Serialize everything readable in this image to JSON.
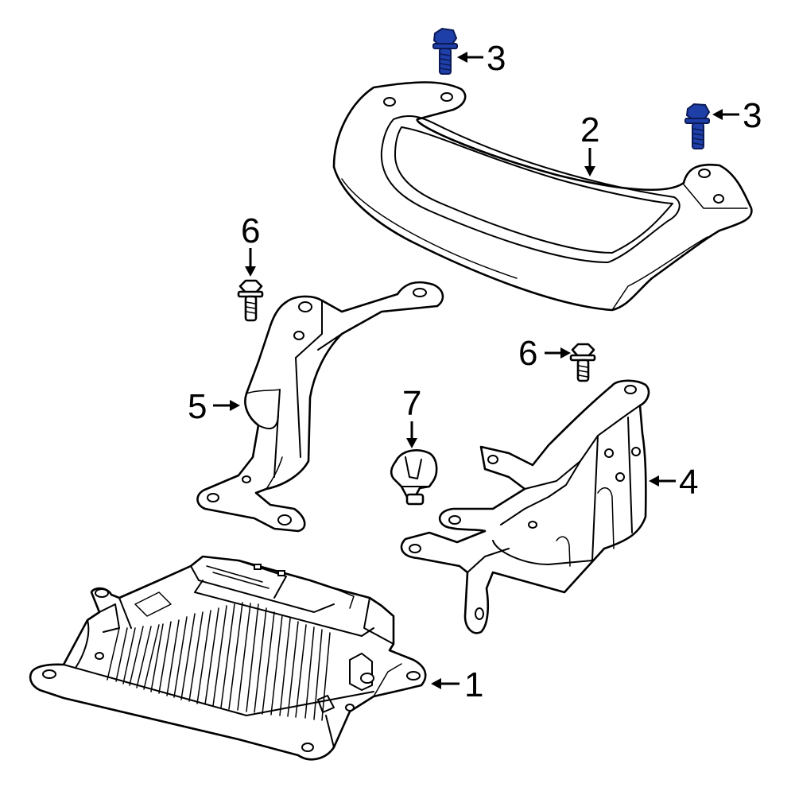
{
  "callouts": {
    "c1": "1",
    "c2": "2",
    "c3a": "3",
    "c3b": "3",
    "c4": "4",
    "c5": "5",
    "c6a": "6",
    "c6b": "6",
    "c7": "7"
  },
  "colors": {
    "highlight": "#1f3fa8",
    "outline": "#000000",
    "fill": "#ffffff"
  }
}
